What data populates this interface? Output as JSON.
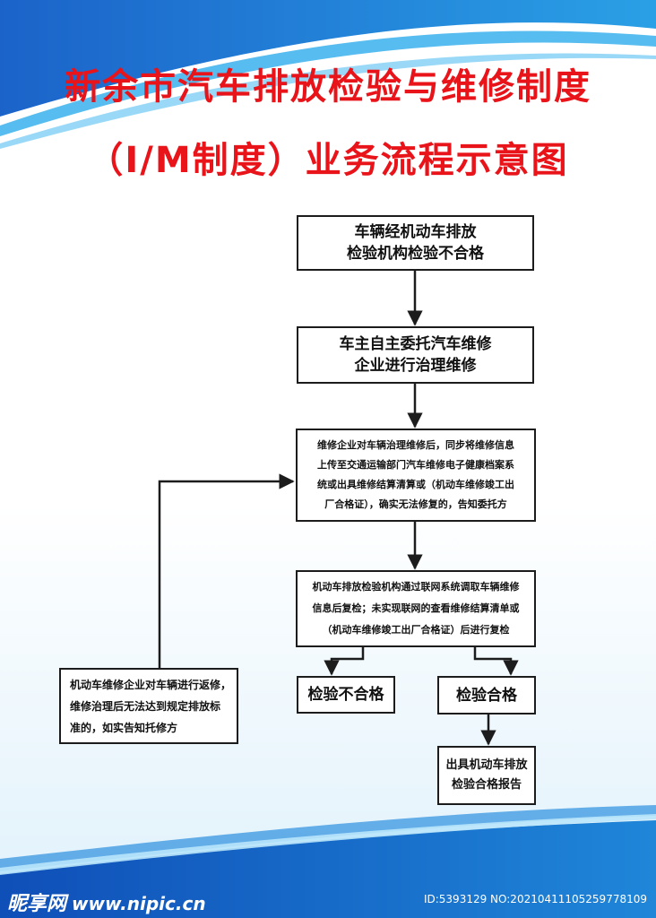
{
  "title": {
    "line1": "新余市汽车排放检验与维修制度",
    "line2": "（I/M制度）业务流程示意图"
  },
  "nodes": {
    "step1": [
      "车辆经机动车排放",
      "检验机构检验不合格"
    ],
    "step2": [
      "车主自主委托汽车维修",
      "企业进行治理维修"
    ],
    "step3": [
      "维修企业对车辆治理维修后，同步将维修信息",
      "上传至交通运输部门汽车维修电子健康档案系",
      "统或出具维修结算清算或（机动车维修竣工出",
      "厂合格证），确实无法修复的，告知委托方"
    ],
    "step4": [
      "机动车排放检验机构通过联网系统调取车辆维修",
      "信息后复检；未实现联网的查看维修结算清单或",
      "（机动车维修竣工出厂合格证）后进行复检"
    ],
    "fail": [
      "检验不合格"
    ],
    "pass": [
      "检验合格"
    ],
    "report": [
      "出具机动车排放",
      "检验合格报告"
    ],
    "return_repair": [
      "机动车维修企业对车辆进行返修，",
      "维修治理后无法达到规定排放标",
      "准的，如实告知托修方"
    ]
  },
  "colors": {
    "title": "#e8141a",
    "band_dark": "#1b63c9",
    "band_light": "#2aa0e6",
    "background_tint": "#dff1fb"
  },
  "footer": {
    "brand": "昵享网",
    "url": "www.nipic.cn",
    "id_text": "ID:5393129 NO:20210411105259778109"
  }
}
